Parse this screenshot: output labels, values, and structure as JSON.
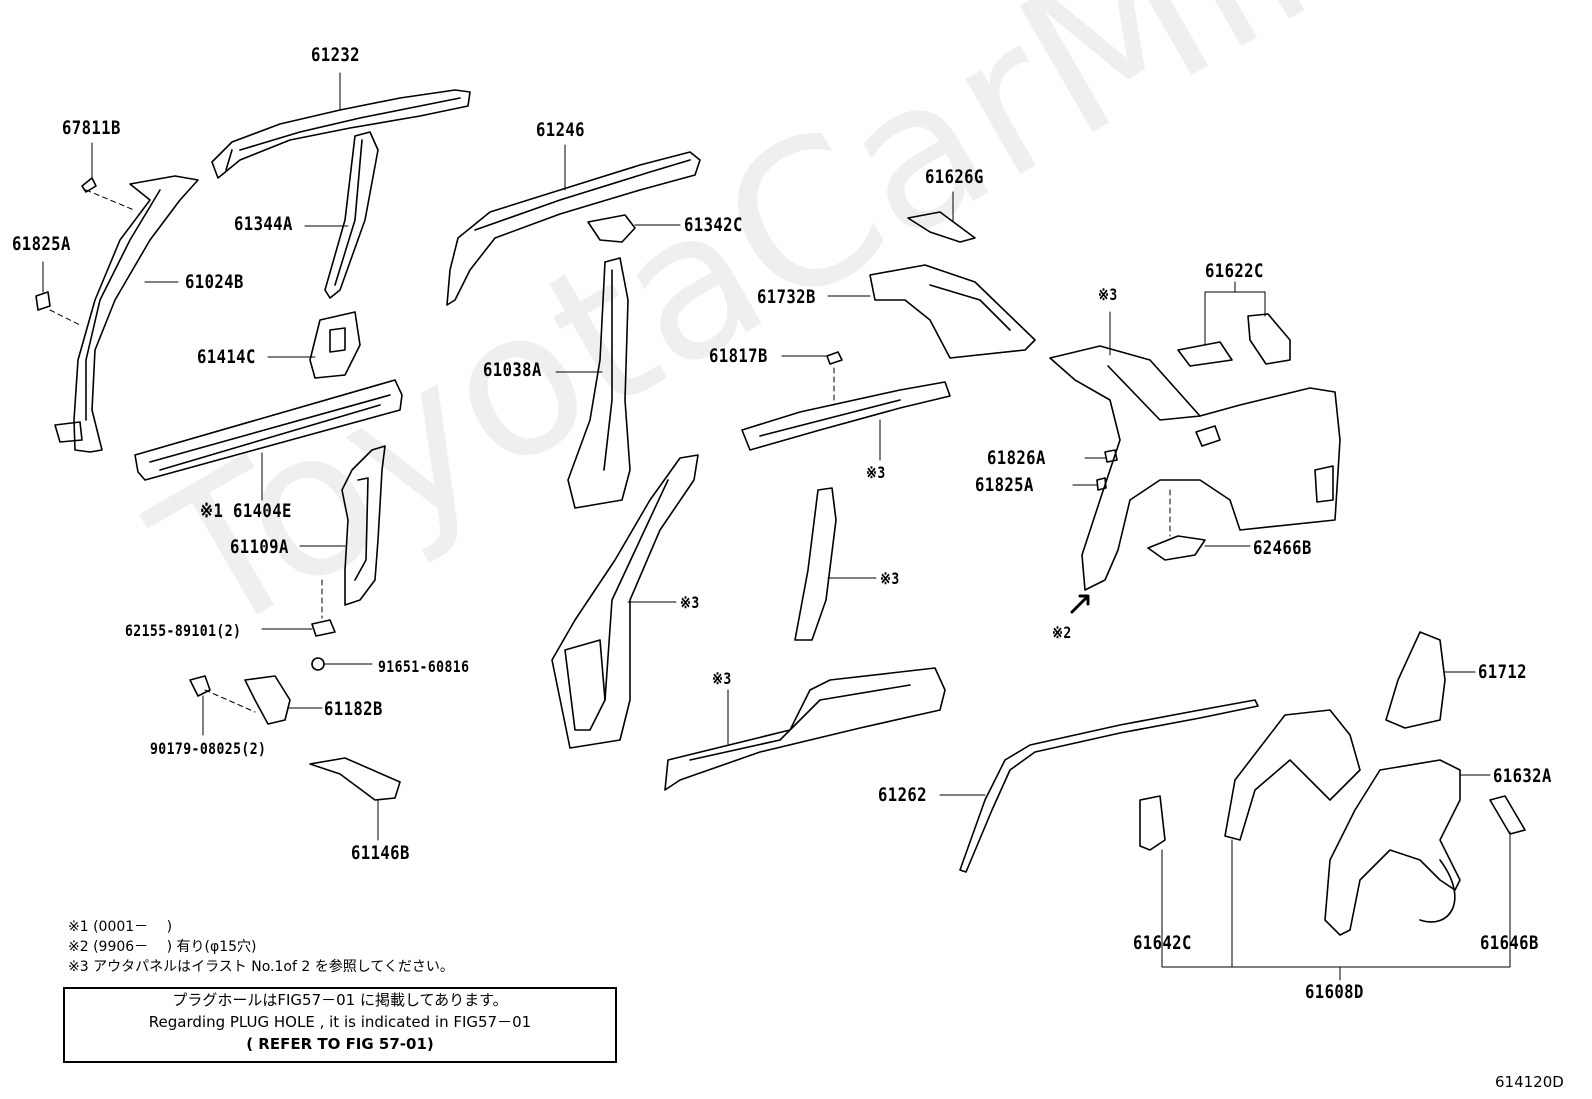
{
  "watermark": "ToyotaCarMine.ru",
  "figure_code": "614120D",
  "part_labels": {
    "p61232": "61232",
    "p67811B": "67811B",
    "p61825A_l": "61825A",
    "p61024B": "61024B",
    "p61344A": "61344A",
    "p61414C": "61414C",
    "p61404E": "※1 61404E",
    "p61109A": "61109A",
    "p62155": "62155-89101(2)",
    "p91651": "91651-60816",
    "p61182B": "61182B",
    "p90179": "90179-08025(2)",
    "p61146B": "61146B",
    "p61246": "61246",
    "p61342C": "61342C",
    "p61038A": "61038A",
    "p_ref3_a": "※3",
    "p_ref3_b": "※3",
    "p61626G": "61626G",
    "p61732B": "61732B",
    "p61817B": "61817B",
    "p_ref3_c": "※3",
    "p_ref3_d": "※3",
    "p61622C": "61622C",
    "p_ref3_e": "※3",
    "p61826A": "61826A",
    "p61825A_r": "61825A",
    "p62466B": "62466B",
    "p_ref2": "※2",
    "p61712": "61712",
    "p61262": "61262",
    "p61632A": "61632A",
    "p61642C": "61642C",
    "p61646B": "61646B",
    "p61608D": "61608D"
  },
  "notes": [
    "※1 (0001－　 )",
    "※2 (9906－　 ) 有り(φ15穴)",
    "※3 アウタパネルはイラスト No.1of 2 を参照してください。"
  ],
  "reference_box": {
    "line1": "プラグホールはFIG57－01 に掲載してあります。",
    "line2": "Regarding PLUG HOLE , it is indicated in FIG57－01",
    "line3": "( REFER TO FIG 57-01)"
  }
}
